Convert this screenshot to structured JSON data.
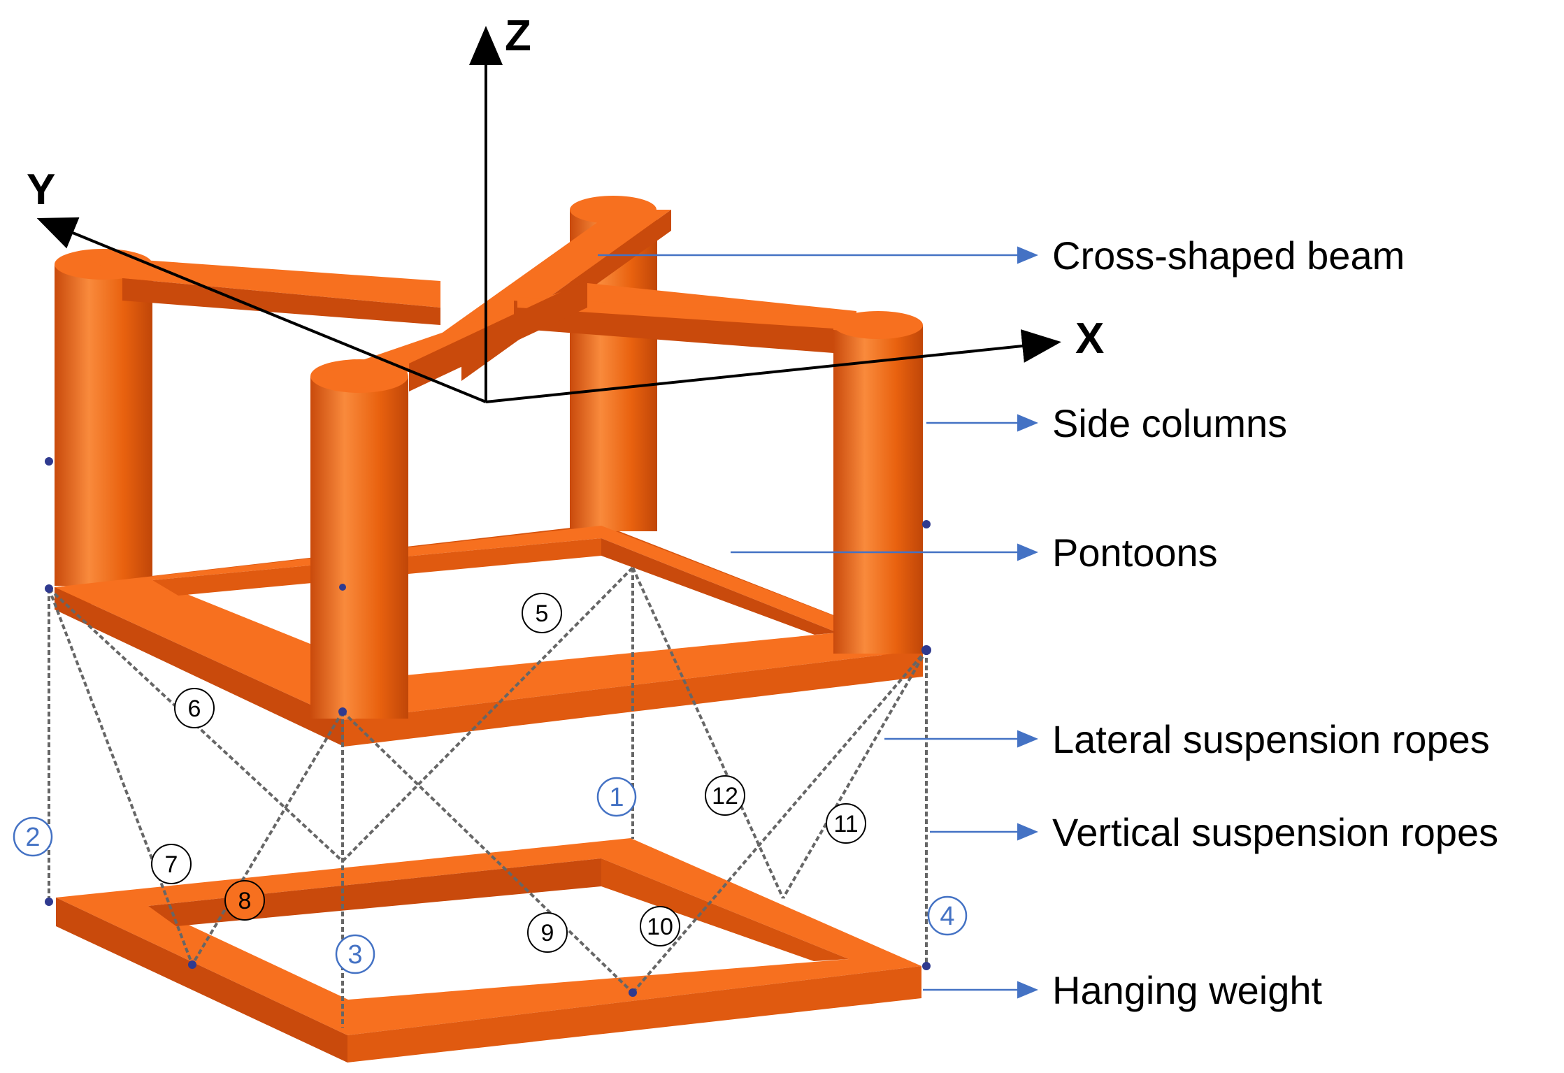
{
  "axes": {
    "x": "X",
    "y": "Y",
    "z": "Z"
  },
  "callouts": [
    "Cross-shaped beam",
    "Side columns",
    "Pontoons",
    "Lateral suspension ropes",
    "Vertical suspension ropes",
    "Hanging weight"
  ],
  "vertical_rope_numbers": [
    "1",
    "2",
    "3",
    "4"
  ],
  "lateral_rope_numbers": [
    "5",
    "6",
    "7",
    "8",
    "9",
    "10",
    "11",
    "12"
  ],
  "colors": {
    "structure_light": "#f7701f",
    "structure_mid": "#e95f12",
    "structure_dark": "#c94a0c",
    "rope": "#666666",
    "callout_arrow": "#4472c4",
    "blue_number": "#4472c4"
  }
}
